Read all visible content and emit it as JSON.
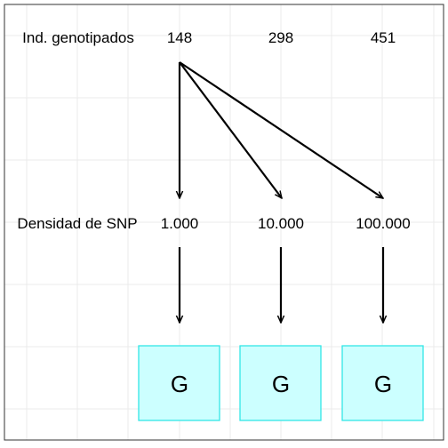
{
  "rows": {
    "genotyped": {
      "label": "Ind. genotipados",
      "values": [
        "148",
        "298",
        "451"
      ]
    },
    "density": {
      "label": "Densidad de SNP",
      "values": [
        "1.000",
        "10.000",
        "100.000"
      ]
    }
  },
  "matrices": [
    {
      "label": "G"
    },
    {
      "label": "G"
    },
    {
      "label": "G"
    }
  ],
  "colors": {
    "box_fill": "#ccffff",
    "box_stroke": "#33e6e6",
    "arrow": "#000000",
    "grid": "#ebebeb",
    "border": "#333333"
  }
}
